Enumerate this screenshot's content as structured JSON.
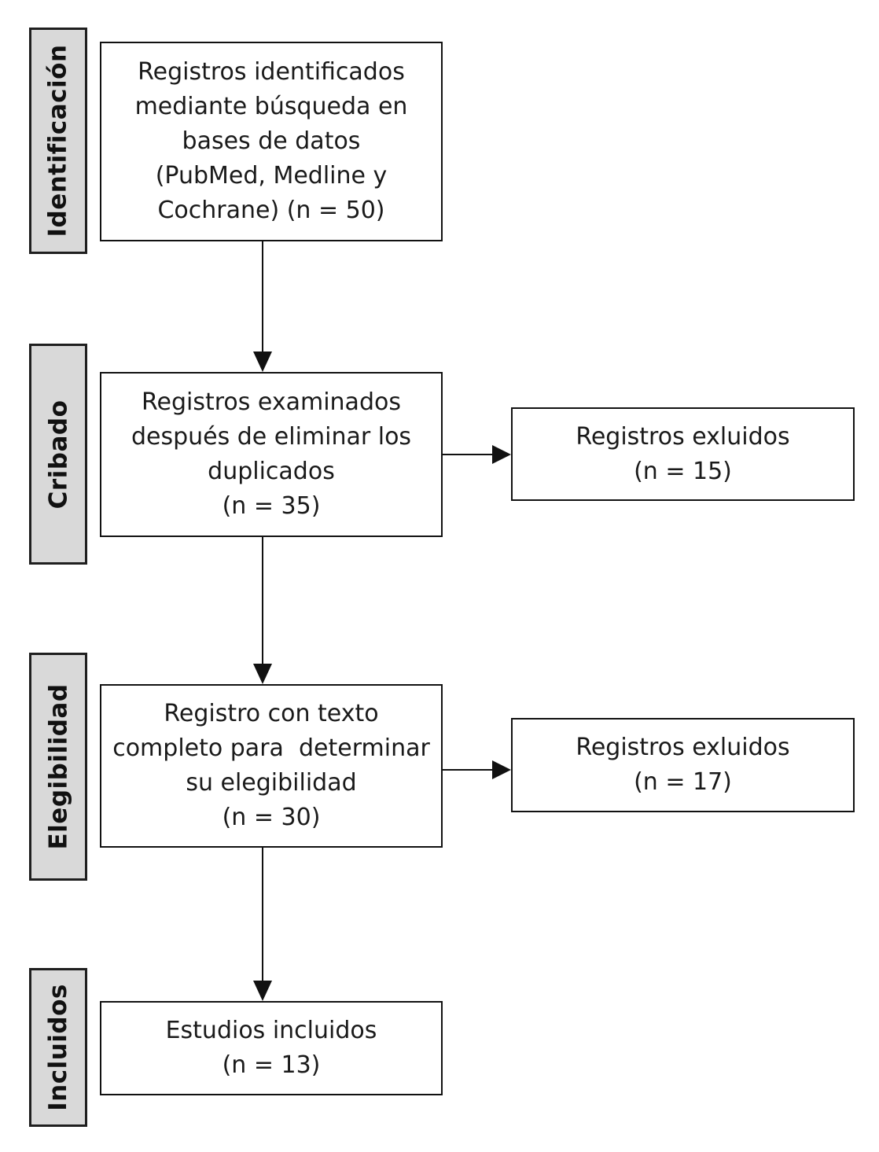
{
  "colors": {
    "background": "#ffffff",
    "box_fill": "#ffffff",
    "box_border": "#111111",
    "stage_fill": "#d9d9d9",
    "stage_border": "#1f1f1f",
    "text": "#1a1a1a"
  },
  "sidebar": {
    "items": [
      {
        "label": "Identificación"
      },
      {
        "label": "Cribado"
      },
      {
        "label": "Elegibilidad"
      },
      {
        "label": "Incluidos"
      }
    ]
  },
  "nodes": {
    "identified": {
      "text": "Registros identificados\nmediante búsqueda en\nbases de datos\n(PubMed, Medline y\nCochrane) (n = 50)",
      "n": 50
    },
    "screened": {
      "text": "Registros examinados\ndespués de eliminar los\nduplicados\n(n = 35)",
      "n": 35
    },
    "excluded_screening": {
      "text": "Registros exluidos\n(n = 15)",
      "n": 15
    },
    "fulltext": {
      "text": "Registro con texto\ncompleto para  determinar\nsu elegibilidad\n(n = 30)",
      "n": 30
    },
    "excluded_fulltext": {
      "text": "Registros exluidos\n(n = 17)",
      "n": 17
    },
    "included": {
      "text": "Estudios incluidos\n(n = 13)",
      "n": 13
    }
  },
  "edges": [
    {
      "from": "identified",
      "to": "screened",
      "direction": "down"
    },
    {
      "from": "screened",
      "to": "excluded_screening",
      "direction": "right"
    },
    {
      "from": "screened",
      "to": "fulltext",
      "direction": "down"
    },
    {
      "from": "fulltext",
      "to": "excluded_fulltext",
      "direction": "right"
    },
    {
      "from": "fulltext",
      "to": "included",
      "direction": "down"
    }
  ]
}
